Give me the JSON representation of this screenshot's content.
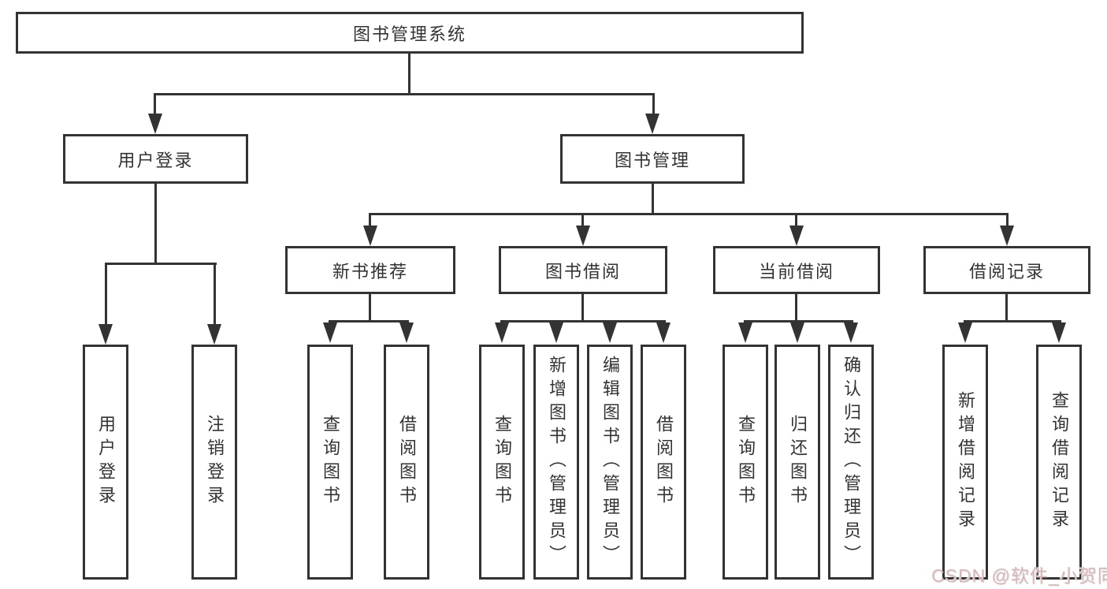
{
  "tree": {
    "root": {
      "label": "图书管理系统"
    },
    "children": [
      {
        "label": "用户登录",
        "children": [
          {
            "label": "用户登录"
          },
          {
            "label": "注销登录"
          }
        ]
      },
      {
        "label": "图书管理",
        "children": [
          {
            "label": "新书推荐",
            "children": [
              {
                "label": "查询图书"
              },
              {
                "label": "借阅图书"
              }
            ]
          },
          {
            "label": "图书借阅",
            "children": [
              {
                "label": "查询图书"
              },
              {
                "label": "新增图书（管理员）"
              },
              {
                "label": "编辑图书（管理员）"
              },
              {
                "label": "借阅图书"
              }
            ]
          },
          {
            "label": "当前借阅",
            "children": [
              {
                "label": "查询图书"
              },
              {
                "label": "归还图书"
              },
              {
                "label": "确认归还（管理员）"
              }
            ]
          },
          {
            "label": "借阅记录",
            "children": [
              {
                "label": "新增借阅记录"
              },
              {
                "label": "查询借阅记录"
              }
            ]
          }
        ]
      }
    ]
  },
  "watermark": {
    "text": "CSDN @软件_小贺同学"
  },
  "colors": {
    "line": "#333333",
    "text": "#333333",
    "background": "#ffffff",
    "watermark": "#dcb8b8"
  }
}
